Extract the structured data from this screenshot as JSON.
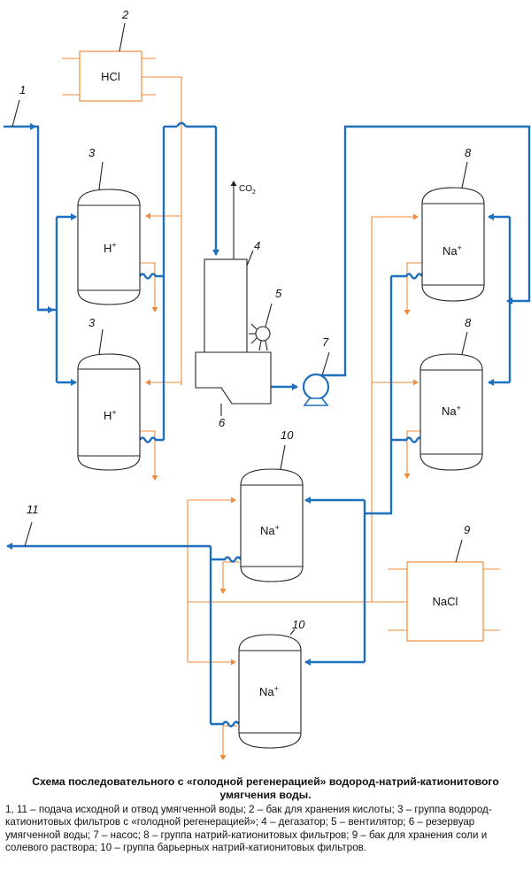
{
  "labels": {
    "n1": "1",
    "n2": "2",
    "n3a": "3",
    "n3b": "3",
    "n4": "4",
    "n5": "5",
    "n6": "6",
    "n7": "7",
    "n8a": "8",
    "n8b": "8",
    "n9": "9",
    "n10a": "10",
    "n10b": "10",
    "n11": "11"
  },
  "units": {
    "hcl": "HCl",
    "nacl": "NaCl",
    "h_top": "H",
    "h_top_sup": "+",
    "h_bot": "H",
    "h_bot_sup": "+",
    "na_1": "Na",
    "na_1_sup": "+",
    "na_2": "Na",
    "na_2_sup": "+",
    "na_3": "Na",
    "na_3_sup": "+",
    "na_4": "Na",
    "na_4_sup": "+",
    "co2": "CO",
    "co2_sub": "2"
  },
  "colors": {
    "water_line": "#1f6fbf",
    "reagent_line": "#f08a3a",
    "equipment": "#222222"
  },
  "caption": {
    "title": "Схема последовательного с «голодной регенерацией» водород-натрий-катионитового умягчения воды.",
    "legend": "1, 11 – подача исходной и отвод умягченной воды; 2 – бак для хранения кислоты; 3 – группа водород-катионитовых фильтров с «голодной регенерацией»; 4 – дегазатор; 5 – вентилятор; 6 – резервуар умягченной воды; 7 – насос; 8 – группа натрий-катионитовых фильтров; 9 – бак для хранения соли и солевого раствора; 10 – группа барьерных натрий-катионитовых фильтров."
  }
}
